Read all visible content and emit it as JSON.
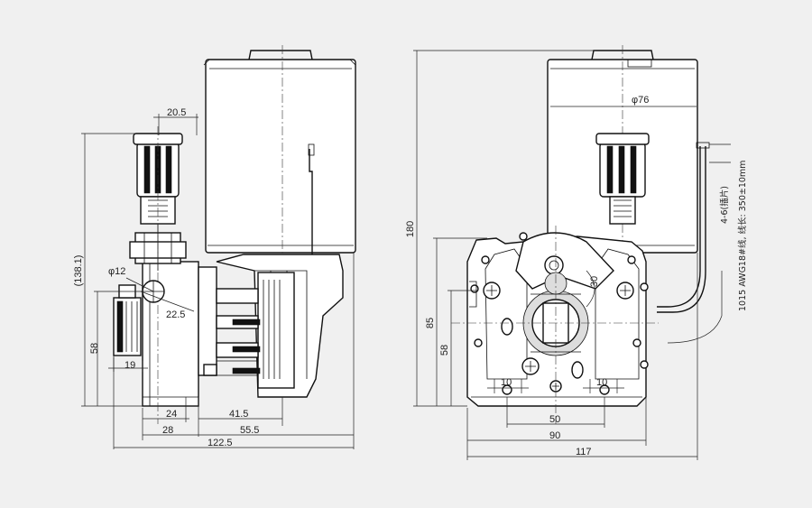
{
  "left_view": {
    "dims": {
      "top_offset": "20.5",
      "height_ref": "(138.1)",
      "hole_dia": "φ12",
      "hole_offset": "22.5",
      "height_58": "58",
      "width_19": "19",
      "width_24": "24",
      "width_41_5": "41.5",
      "width_28": "28",
      "width_55_5": "55.5",
      "width_122_5": "122.5"
    }
  },
  "right_view": {
    "dims": {
      "motor_dia": "φ76",
      "height_180": "180",
      "height_85": "85",
      "height_58": "58",
      "angle_30": "30",
      "width_10_left": "10",
      "width_10_right": "10",
      "width_50": "50",
      "width_90": "90",
      "width_117": "117"
    },
    "notes": {
      "cable_spec": "1015 AWG18#线, 线长: 350±10mm",
      "terminal_spec": "4-6(插片)"
    }
  },
  "colors": {
    "line": "#111111",
    "background": "#f0f0f0"
  }
}
